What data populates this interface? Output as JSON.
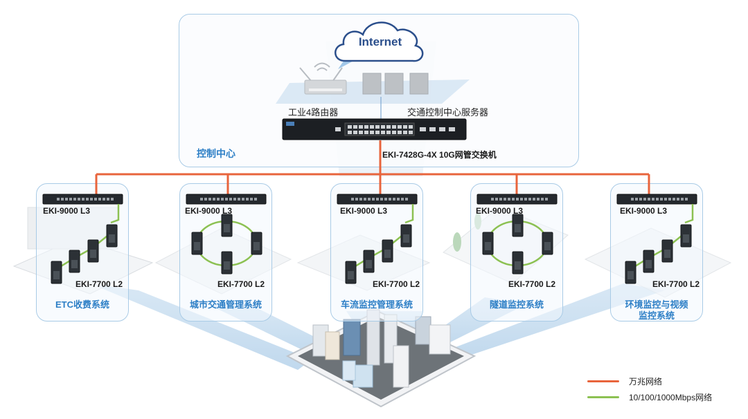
{
  "internet": {
    "label": "Internet"
  },
  "control_center": {
    "title": "控制中心",
    "router_label": "工业4路由器",
    "server_label": "交通控制中心服务器",
    "core_switch_label": "EKI-7428G-4X 10G网管交换机"
  },
  "subsystems": [
    {
      "name": "ETC收费系统",
      "l3_label": "EKI-9000 L3",
      "l2_label": "EKI-7700 L2",
      "topology": "chain"
    },
    {
      "name": "城市交通管理系统",
      "l3_label": "EKI-9000 L3",
      "l2_label": "EKI-7700 L2",
      "topology": "ring"
    },
    {
      "name": "车流监控管理系统",
      "l3_label": "EKI-9000 L3",
      "l2_label": "EKI-7700 L2",
      "topology": "chain"
    },
    {
      "name": "隧道监控系统",
      "l3_label": "EKI-9000 L3",
      "l2_label": "EKI-7700 L2",
      "topology": "ring"
    },
    {
      "name_line1": "环境监控与视频",
      "name_line2": "监控系统",
      "l3_label": "EKI-9000 L3",
      "l2_label": "EKI-7700 L2",
      "topology": "chain"
    }
  ],
  "legend": [
    {
      "label": "万兆网络",
      "color": "#e8643c"
    },
    {
      "label": "10/100/1000Mbps网络",
      "color": "#8cc152"
    }
  ],
  "colors": {
    "backbone": "#e8643c",
    "access": "#8cc152",
    "panel_border": "#a9cbe6",
    "label_blue": "#2d7fc6"
  }
}
